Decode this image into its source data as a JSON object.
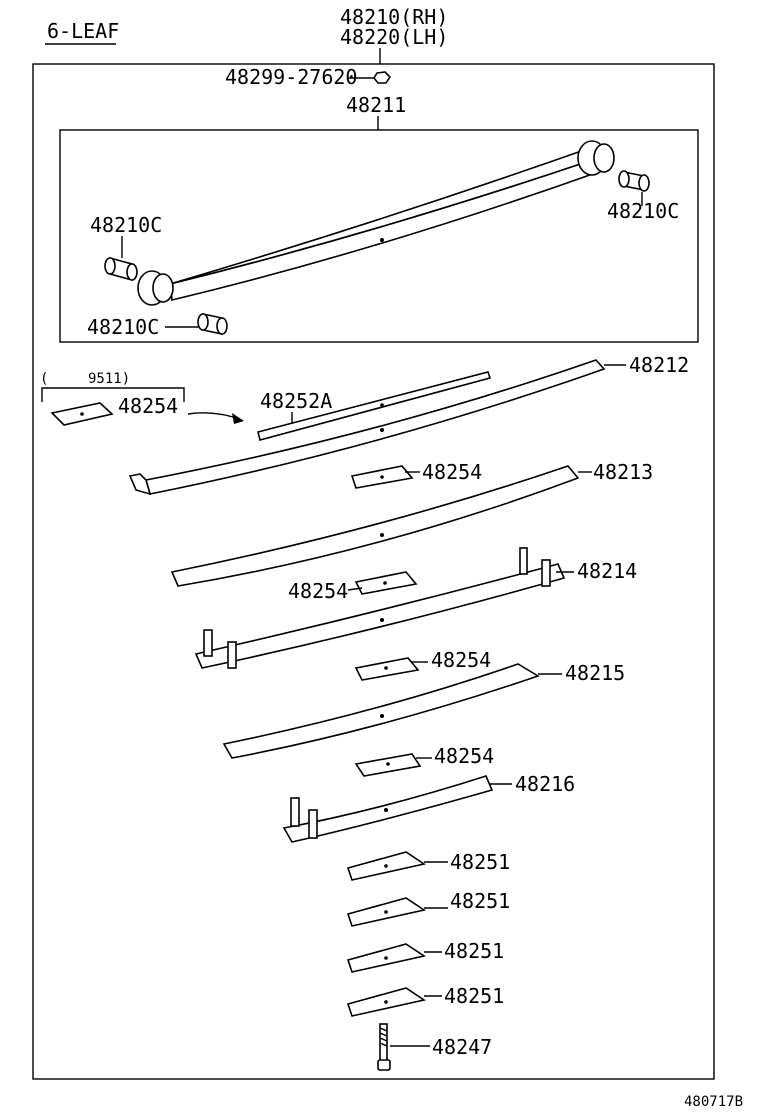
{
  "header": {
    "variant": "6-LEAF",
    "assembly_rh": "48210(RH)",
    "assembly_lh": "48220(LH)"
  },
  "footer": {
    "diagram_code": "480717B"
  },
  "callouts": {
    "nut": "48299-27620",
    "main_leaf_sub": "48211",
    "bushing_top_right": "48210C",
    "bushing_left": "48210C",
    "bushing_bottom": "48210C",
    "date_range_open": "(",
    "date_range_value": "9511)",
    "liner_old": "48254",
    "liner_new": "48252A",
    "leaf_2": "48212",
    "liner_a": "48254",
    "leaf_3": "48213",
    "liner_b": "48254",
    "leaf_4": "48214",
    "liner_c": "48254",
    "leaf_5": "48215",
    "liner_d": "48254",
    "leaf_6": "48216",
    "spacer_1": "48251",
    "spacer_2": "48251",
    "spacer_3": "48251",
    "spacer_4": "48251",
    "center_bolt": "48247"
  }
}
